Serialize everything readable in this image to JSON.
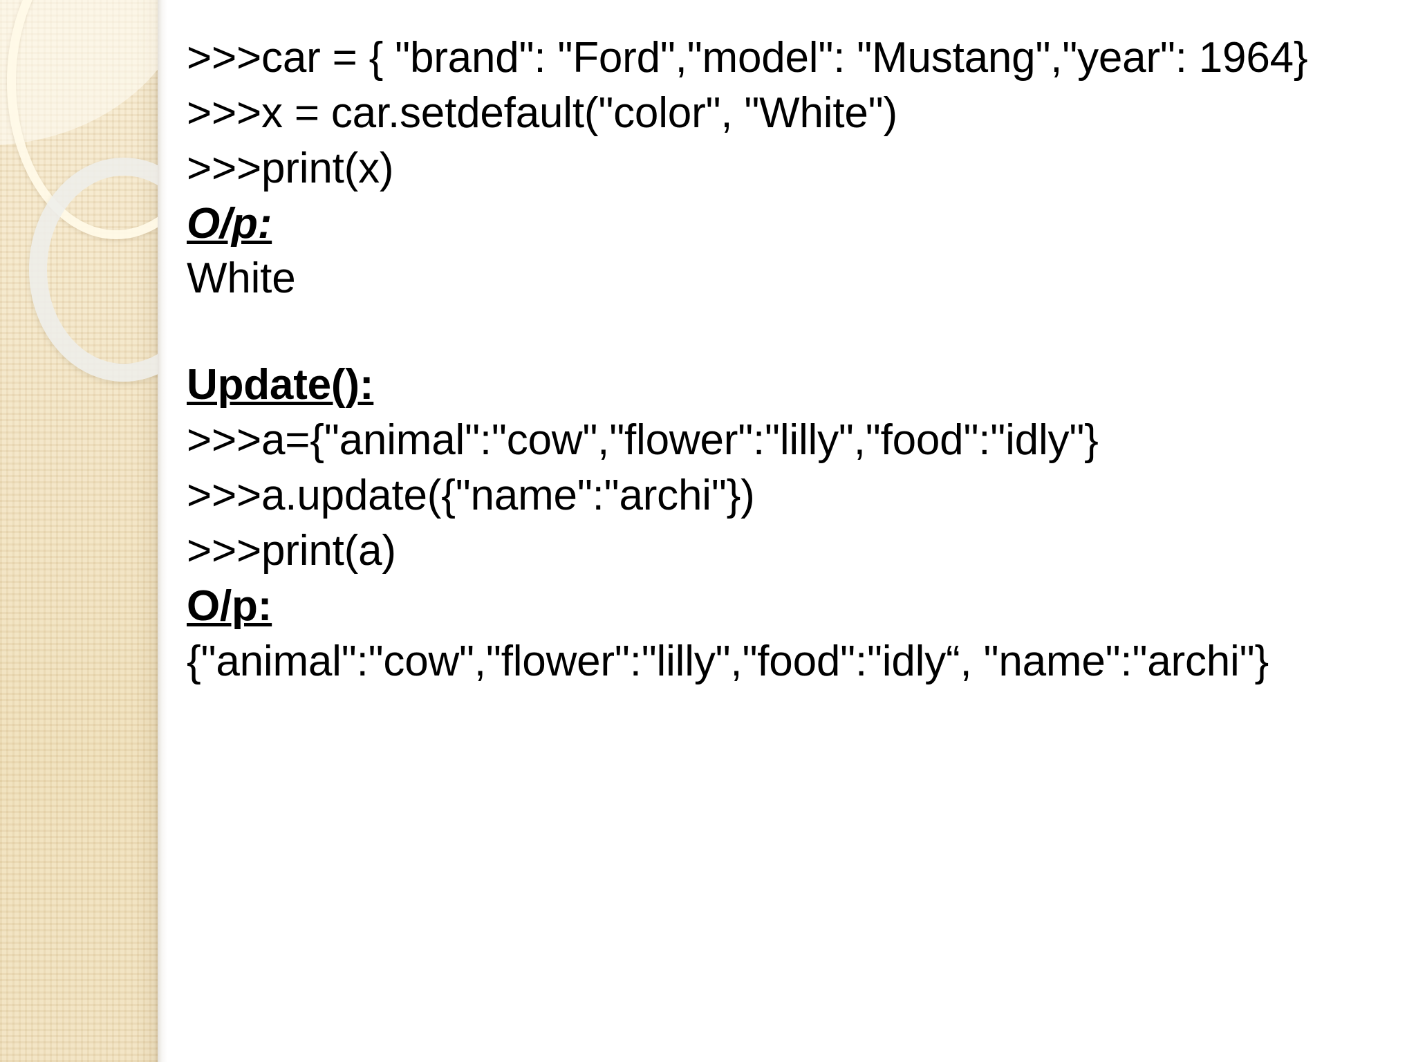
{
  "slide": {
    "background_color": "#ffffff",
    "text_color": "#000000",
    "side_band_color": "#f2e3c3"
  },
  "decoration": {
    "band_name": "beige-textured-side-band",
    "ring_upper": "large-cream-ring-outline",
    "ring_lower": "grey-white-ring-outline"
  },
  "content": {
    "lines": [
      {
        "id": "l1",
        "style": "code",
        "text": ">>>car = {  \"brand\": \"Ford\",\"model\": \"Mustang\",\"year\": 1964}"
      },
      {
        "id": "l2",
        "style": "code",
        "text": ">>>x = car.setdefault(\"color\", \"White\")"
      },
      {
        "id": "l3",
        "style": "code",
        "text": ">>>print(x)"
      },
      {
        "id": "l4",
        "style": "hdr-italic",
        "text": "O/p:"
      },
      {
        "id": "l5",
        "style": "code",
        "text": "White"
      },
      {
        "id": "l6",
        "style": "blank",
        "text": ""
      },
      {
        "id": "l7",
        "style": "hdr-bold",
        "text": "Update():"
      },
      {
        "id": "l8",
        "style": "code",
        "text": ">>>a={\"animal\":\"cow\",\"flower\":\"lilly\",\"food\":\"idly\"}"
      },
      {
        "id": "l9",
        "style": "code",
        "text": ">>>a.update({\"name\":\"archi\"})"
      },
      {
        "id": "l10",
        "style": "code",
        "text": ">>>print(a)"
      },
      {
        "id": "l11",
        "style": "hdr-bold",
        "text": "O/p:"
      },
      {
        "id": "l12",
        "style": "code",
        "text": "{\"animal\":\"cow\",\"flower\":\"lilly\",\"food\":\"idly“, \"name\":\"archi\"}"
      }
    ]
  }
}
